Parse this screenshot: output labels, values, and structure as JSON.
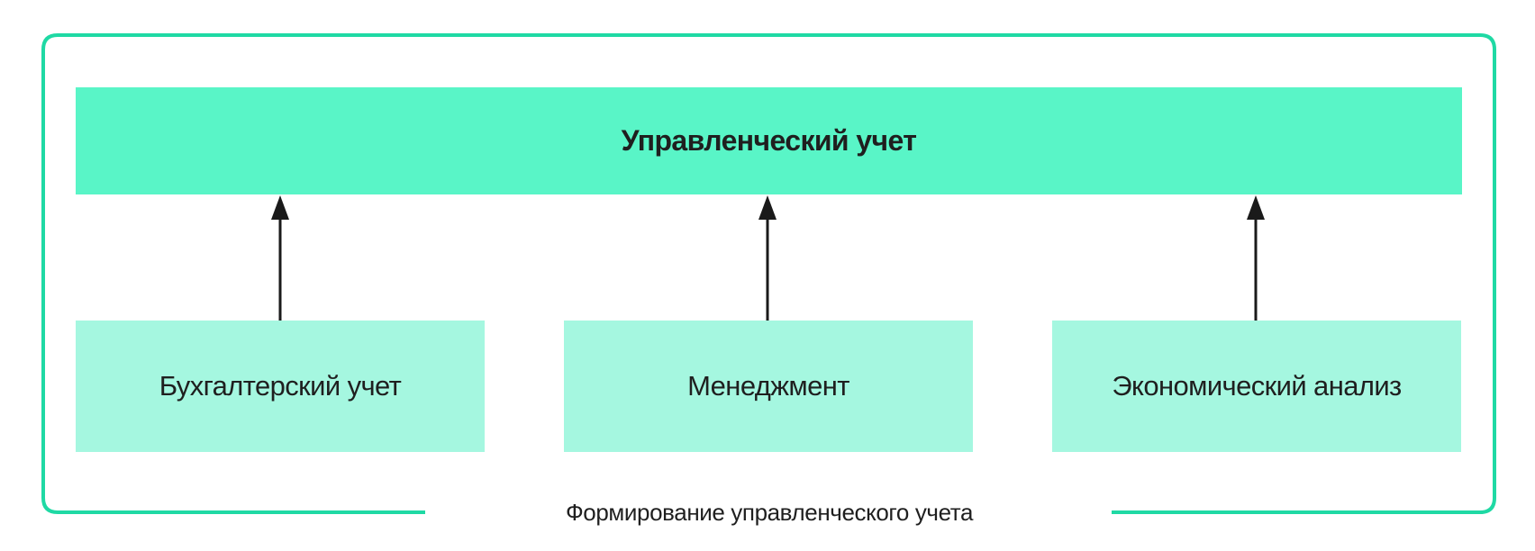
{
  "diagram": {
    "main_block": {
      "label": "Управленческий учет"
    },
    "components": [
      {
        "label": "Бухгалтерский учет"
      },
      {
        "label": "Менеджмент"
      },
      {
        "label": "Экономический анализ"
      }
    ],
    "caption": "Формирование управленческого учета",
    "colors": {
      "frame": "#1fd9a4",
      "main_fill": "#59f5c7",
      "component_fill": "#a5f7e0",
      "arrow": "#1a1a1a"
    }
  }
}
